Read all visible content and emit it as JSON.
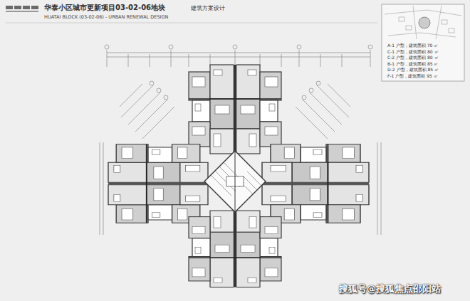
{
  "diagram": {
    "title": "华泰小区城市更新项目03-02-06地块",
    "labels": [
      "建筑方案设计",
      "HUATAI BLOCK (03-02-06) - URBAN RENEWAL DESIGN",
      "A-1 户型，建筑面积 70 ㎡",
      "C-1 户型，建筑面积 80 ㎡",
      "C-2 户型，建筑面积 80 ㎡",
      "B-1 户型，建筑面积 85 ㎡",
      "D-2 户型，建筑面积 85 ㎡",
      "F-1 户型，建筑面积 95 ㎡",
      "搜狐号@搜狐焦点邵阳站"
    ]
  }
}
